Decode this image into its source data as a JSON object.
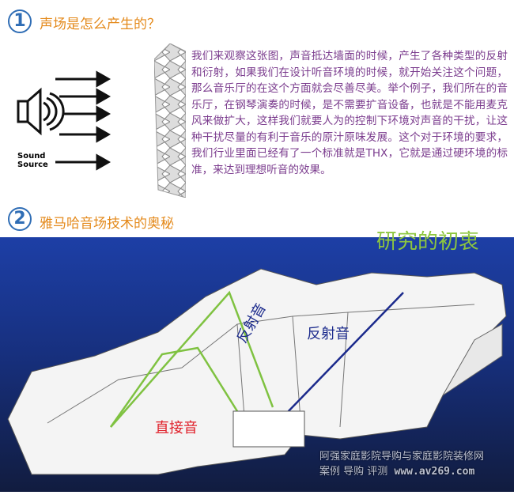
{
  "section1": {
    "number": "1",
    "title": "声场是怎么产生的？",
    "diagram_label_line1": "Sound",
    "diagram_label_line2": "Source",
    "paragraph": "我们来观察这张图，声音抵达墙面的时候，产生了各种类型的反射和衍射，如果我们在设计听音环境的时候，就开始关注这个问题，那么音乐厅的在这个方面就会尽善尽美。举个例子，我们所在的音乐厅，在钢琴演奏的时候，是不需要扩音设备，也就是不能用麦克风来做扩大，这样我们就要人为的控制下环境对声音的干扰，让这种干扰尽量的有利于音乐的原汁原味发展。这个对于环境的要求，我们行业里面已经有了一个标准就是THX，它就是通过硬环境的标准，来达到理想听音的效果。"
  },
  "section2": {
    "number": "2",
    "title": "雅马哈音场技术的奥秘",
    "subtitle": "研究的初衷",
    "labels": {
      "reflect1": "反射音",
      "reflect2": "反射音",
      "direct": "直接音"
    }
  },
  "watermark": {
    "line1": "阿强家庭影院导购与家庭影院装修网",
    "line2": "案例 导购 评测",
    "url": "www.av269.com"
  },
  "colors": {
    "title": "#e48a1c",
    "number": "#2f6db5",
    "text": "#7b3c8e",
    "subtitle": "#8dc63f",
    "direct": "#e0202a",
    "reflect": "#1b2a8c"
  }
}
